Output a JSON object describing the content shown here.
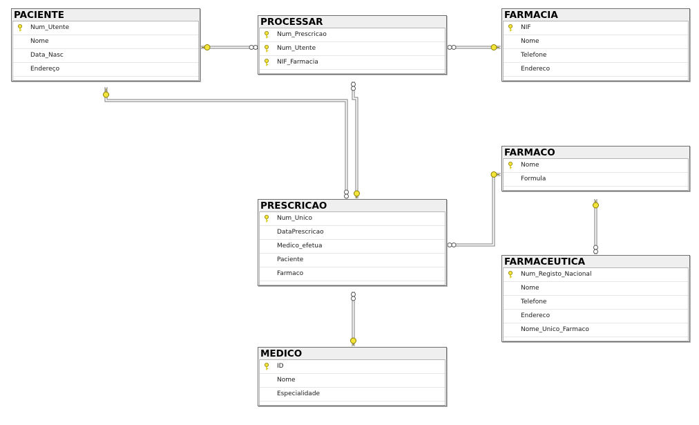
{
  "tables": {
    "paciente": {
      "title": "PACIENTE",
      "columns": [
        {
          "name": "Num_Utente",
          "pk": true
        },
        {
          "name": "Nome",
          "pk": false
        },
        {
          "name": "Data_Nasc",
          "pk": false
        },
        {
          "name": "Endereço",
          "pk": false
        }
      ]
    },
    "processar": {
      "title": "PROCESSAR",
      "columns": [
        {
          "name": "Num_Prescricao",
          "pk": true
        },
        {
          "name": "Num_Utente",
          "pk": true
        },
        {
          "name": "NIF_Farmacia",
          "pk": true
        }
      ]
    },
    "farmacia": {
      "title": "FARMACIA",
      "columns": [
        {
          "name": "NIF",
          "pk": true
        },
        {
          "name": "Nome",
          "pk": false
        },
        {
          "name": "Telefone",
          "pk": false
        },
        {
          "name": "Endereco",
          "pk": false
        }
      ]
    },
    "farmaco": {
      "title": "FARMACO",
      "columns": [
        {
          "name": "Nome",
          "pk": true
        },
        {
          "name": "Formula",
          "pk": false
        }
      ]
    },
    "prescricao": {
      "title": "PRESCRICAO",
      "columns": [
        {
          "name": "Num_Unico",
          "pk": true
        },
        {
          "name": "DataPrescricao",
          "pk": false
        },
        {
          "name": "Medico_efetua",
          "pk": false
        },
        {
          "name": "Paciente",
          "pk": false
        },
        {
          "name": "Farmaco",
          "pk": false
        }
      ]
    },
    "farmaceutica": {
      "title": "FARMACEUTICA",
      "columns": [
        {
          "name": "Num_Registo_Nacional",
          "pk": true
        },
        {
          "name": "Nome",
          "pk": false
        },
        {
          "name": "Telefone",
          "pk": false
        },
        {
          "name": "Endereco",
          "pk": false
        },
        {
          "name": "Nome_Unico_Farmaco",
          "pk": false
        }
      ]
    },
    "medico": {
      "title": "MEDICO",
      "columns": [
        {
          "name": "ID",
          "pk": true
        },
        {
          "name": "Nome",
          "pk": false
        },
        {
          "name": "Especialidade",
          "pk": false
        }
      ]
    }
  },
  "relationships": [
    {
      "from": "paciente",
      "to": "processar"
    },
    {
      "from": "farmacia",
      "to": "processar"
    },
    {
      "from": "paciente",
      "to": "prescricao"
    },
    {
      "from": "prescricao",
      "to": "processar"
    },
    {
      "from": "farmaco",
      "to": "prescricao"
    },
    {
      "from": "farmaco",
      "to": "farmaceutica"
    },
    {
      "from": "medico",
      "to": "prescricao"
    }
  ],
  "colors": {
    "key_fill": "#f2e43a",
    "key_stroke": "#8a7b00",
    "connector": "#7a7a7a"
  }
}
